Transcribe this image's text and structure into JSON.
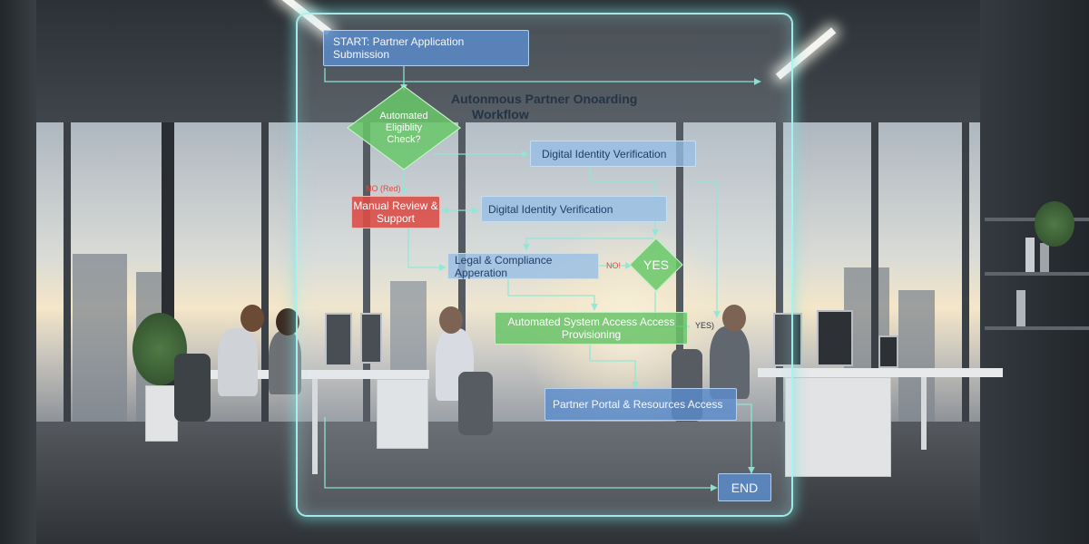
{
  "diagram": {
    "title_line1": "Autonmous Partner Onoarding",
    "title_line2": "Workflow",
    "nodes": {
      "start": "START: Partner Application Submission",
      "eligibility": "Automated Eligiblity Check?",
      "identity_top": "Digital Identity Verification",
      "manual_review": "Manual Review & Support",
      "identity_mid": "Digital Identity Verification",
      "legal": "Legal & Compliance Apperation",
      "yes_decision": "YES",
      "access": "Automated System Access Access Provisioning",
      "portal": "Partner Portal & Resources Access",
      "end": "END"
    },
    "edge_labels": {
      "no_red": "NO (Red)",
      "no": "NO!",
      "yes": "YES)"
    }
  },
  "colors": {
    "hologram_border": "#aaf0f0",
    "process_blue": "#5c8ecd",
    "manual_red": "#dc4e48",
    "provision_green": "#68c468",
    "connector": "#8ee8d8"
  }
}
